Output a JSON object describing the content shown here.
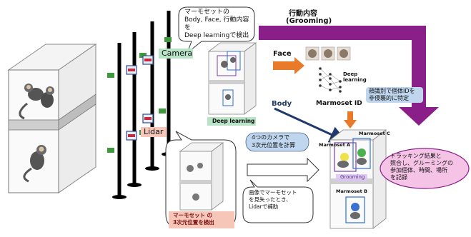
{
  "bubble_top": {
    "text": "マーモセットの\nBody, Face, 行動内容を\nDeep learningで検出"
  },
  "labels": {
    "camera": "Camera",
    "lidar": "Lidar",
    "deep_learning": "Deep learning",
    "behavior_title": "行動内容",
    "grooming_title": "(Grooming)",
    "face": "Face",
    "body": "Body",
    "deep_learning_small": "Deep\nlearning",
    "marmoset_id": "Marmoset ID",
    "face_id_note": "顔識別で個体IDを\n非侵襲的に特定",
    "cameras_note": "4つのカメラで\n3次元位置を計算",
    "lidar_note": "画像でマーモセット\nを見失ったとき、\nLidarで補助",
    "position_box": "マーモセット の\n3次元位置を検出",
    "tracking_note": "トラッキング結果と\n照合し、グルーミングの\n参加個体、時間、場所\nを記録",
    "marmoset_a": "Marmoset A",
    "marmoset_b": "Marmoset B",
    "marmoset_c": "Marmoset C",
    "grooming_tag": "Grooming"
  },
  "colors": {
    "purple": "#8a1f8a",
    "orange": "#e87a2a",
    "navy": "#1f3a6b",
    "camera_bg": "#b9e3c6",
    "lidar_bg": "#f6c7b8",
    "deep_bg": "#b9e3c6",
    "note_blue": "#bfd6ee",
    "note_pink": "#f4c3e6",
    "pole": "#000000"
  }
}
